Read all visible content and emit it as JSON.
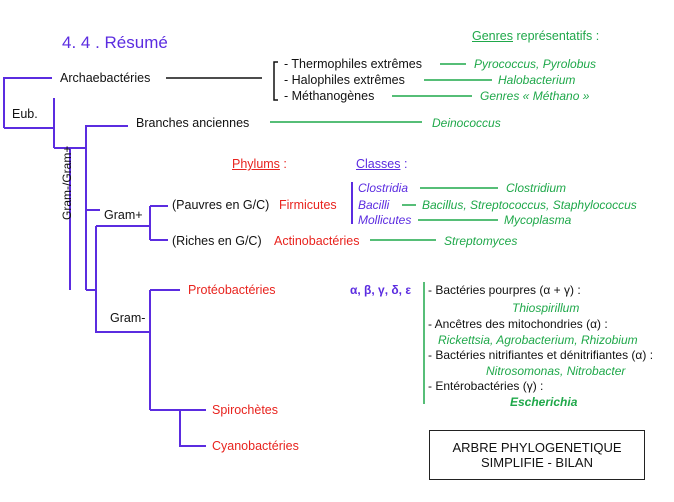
{
  "title": "4. 4 . Résumé",
  "header": {
    "genres_underlined": "Genres",
    "genres_rest": "représentatifs :",
    "phylums": "Phylums",
    "phylums_colon": ":",
    "classes": "Classes",
    "classes_colon": ":"
  },
  "tree": {
    "archaea": "Archaebactéries",
    "eub": "Eub.",
    "gram_axis": "Gram-/Gram+",
    "branches_anciennes": "Branches anciennes",
    "gram_plus": "Gram+",
    "gram_minus": "Gram-",
    "pauvres": "(Pauvres en G/C)",
    "firmicutes": "Firmicutes",
    "riches": "(Riches en G/C)",
    "actinobacteries": "Actinobactéries",
    "proteobacteries": "Protéobactéries",
    "spirochetes": "Spirochètes",
    "cyanobacteries": "Cyanobactéries"
  },
  "archaea_groups": [
    {
      "label": "- Thermophiles extrêmes",
      "genus": "Pyrococcus, Pyrolobus"
    },
    {
      "label": "- Halophiles extrêmes",
      "genus": "Halobacterium"
    },
    {
      "label": "- Méthanogènes",
      "genus": "Genres « Méthano »"
    }
  ],
  "deinococcus": "Deinococcus",
  "classes": [
    {
      "name": "Clostridia",
      "genus": "Clostridium"
    },
    {
      "name": "Bacilli",
      "genus": "Bacillus, Streptococcus, Staphylococcus"
    },
    {
      "name": "Mollicutes",
      "genus": "Mycoplasma"
    }
  ],
  "streptomyces": "Streptomyces",
  "greek_classes": "α, β, γ, δ, ε",
  "proteo_groups": [
    {
      "label": "- Bactéries pourpres (α + γ) :",
      "genus": "Thiospirillum"
    },
    {
      "label": "- Ancêtres des mitochondries (α) :",
      "genus": "Rickettsia, Agrobacterium, Rhizobium"
    },
    {
      "label": "- Bactéries nitrifiantes et dénitrifiantes (α) :",
      "genus": "Nitrosomonas, Nitrobacter"
    },
    {
      "label": "- Entérobactéries (γ) :",
      "genus": "Escherichia"
    }
  ],
  "box": {
    "line1": "ARBRE PHYLOGENETIQUE",
    "line2": "SIMPLIFIE - BILAN"
  },
  "colors": {
    "tree_line": "#5b2ce0",
    "green": "#1fa84a",
    "red": "#e8231e",
    "purple": "#5b2ce0"
  }
}
